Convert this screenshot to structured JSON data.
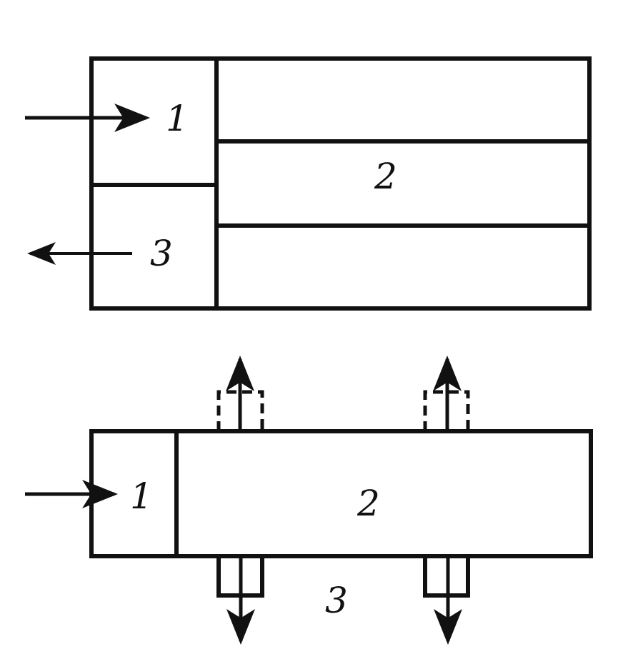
{
  "top_figure": {
    "labels": {
      "inlet": "1",
      "channels": "2",
      "outlet": "3"
    }
  },
  "bottom_figure": {
    "labels": {
      "inlet": "1",
      "body": "2",
      "outlets": "3"
    }
  },
  "colors": {
    "stroke": "#111111",
    "background": "#ffffff"
  }
}
